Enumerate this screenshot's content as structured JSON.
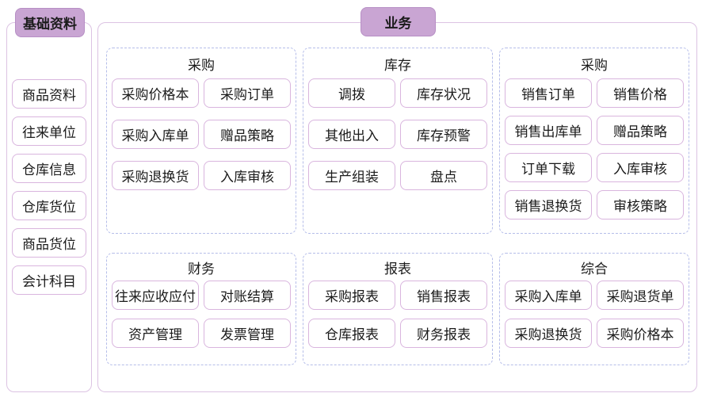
{
  "colors": {
    "tag_background": "#c9a5d3",
    "tag_border": "#b78fc5",
    "panel_border": "#dcc3e3",
    "button_border": "#d9b5de",
    "group_dashed_border": "#b5bde9",
    "text": "#1b1b1b",
    "background": "#ffffff"
  },
  "sidebar": {
    "title": "基础资料",
    "items": [
      "商品资料",
      "往来单位",
      "仓库信息",
      "仓库货位",
      "商品货位",
      "会计科目"
    ]
  },
  "main": {
    "title": "业务",
    "groups": [
      {
        "title": "采购",
        "items": [
          "采购价格本",
          "采购订单",
          "采购入库单",
          "赠品策略",
          "采购退换货",
          "入库审核"
        ]
      },
      {
        "title": "库存",
        "items": [
          "调拨",
          "库存状况",
          "其他出入",
          "库存预警",
          "生产组装",
          "盘点"
        ]
      },
      {
        "title": "采购",
        "items": [
          "销售订单",
          "销售价格",
          "销售出库单",
          "赠品策略",
          "订单下载",
          "入库审核",
          "销售退换货",
          "审核策略"
        ]
      },
      {
        "title": "财务",
        "items": [
          "往来应收应付",
          "对账结算",
          "资产管理",
          "发票管理"
        ]
      },
      {
        "title": "报表",
        "items": [
          "采购报表",
          "销售报表",
          "仓库报表",
          "财务报表"
        ]
      },
      {
        "title": "综合",
        "items": [
          "采购入库单",
          "采购退货单",
          "采购退换货",
          "采购价格本"
        ]
      }
    ]
  }
}
